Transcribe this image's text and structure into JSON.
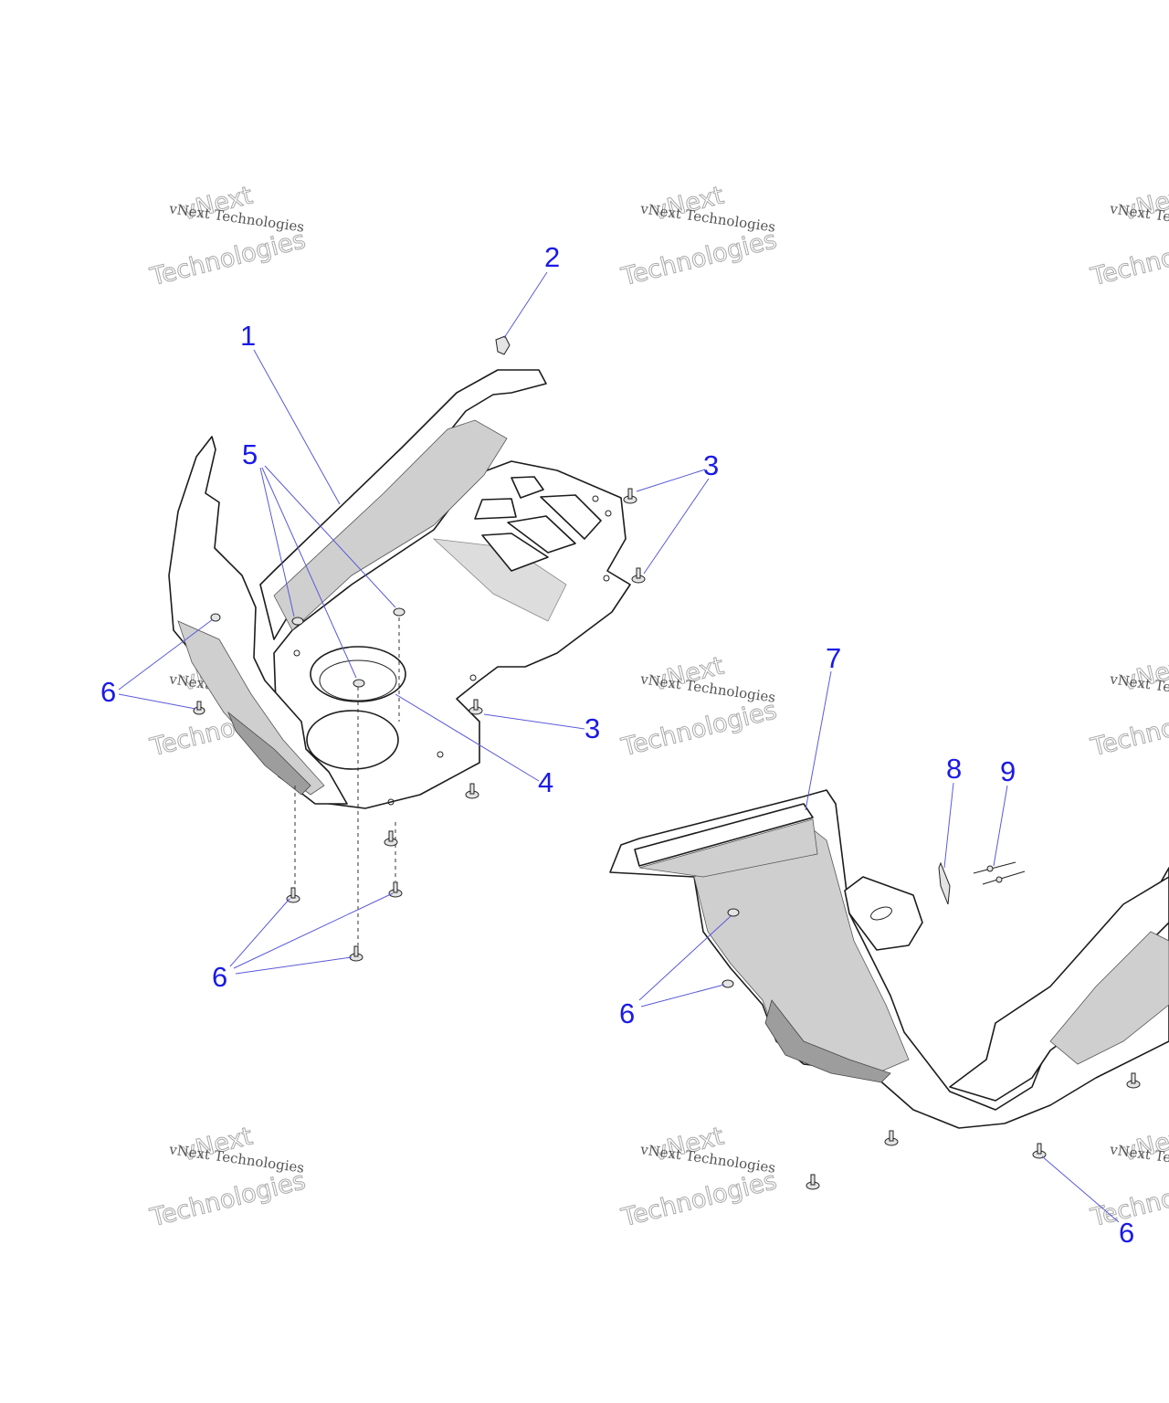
{
  "watermark": {
    "line_small": "vNext Technologies",
    "line_big_1": "vNext",
    "line_big_2": "Technologies"
  },
  "callouts": {
    "c1": "1",
    "c2": "2",
    "c3a": "3",
    "c3b": "3",
    "c4": "4",
    "c5": "5",
    "c6a": "6",
    "c6b": "6",
    "c6c": "6",
    "c6d": "6",
    "c7": "7",
    "c8": "8",
    "c9": "9"
  },
  "colors": {
    "callout": "#1a1ae6",
    "leader": "#5a5ad8",
    "shade": "#cfcfcf"
  }
}
